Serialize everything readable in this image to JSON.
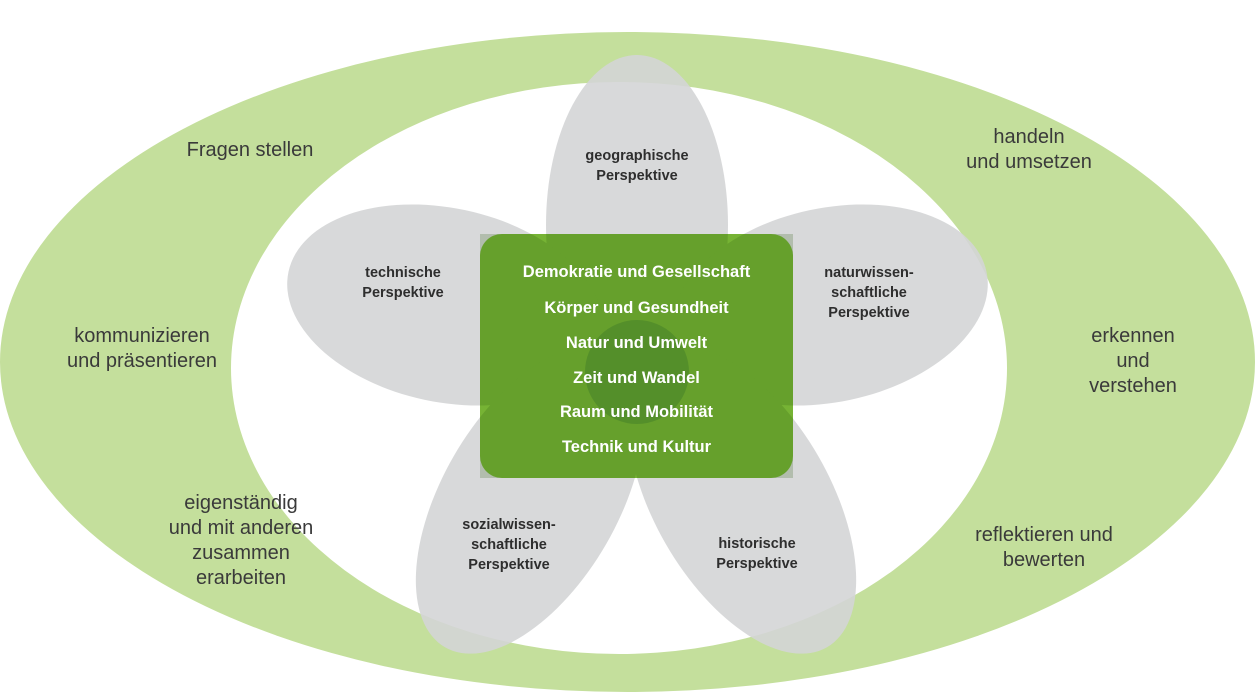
{
  "colors": {
    "outer_ring": "#c4df9c",
    "petal": "#d4d5d6",
    "theme_box": "#76b334",
    "theme_core": "#4f8a2a",
    "skill_text": "#3a3a3a",
    "perspective_text": "#2e2e2e",
    "theme_text": "#ffffff"
  },
  "skills": [
    "Fragen stellen",
    "kommunizieren\nund präsentieren",
    "eigenständig\nund mit anderen\nzusammen\nerarbeiten",
    "handeln\nund umsetzen",
    "erkennen und\nverstehen",
    "reflektieren und\nbewerten"
  ],
  "perspectives": [
    "geographische\nPerspektive",
    "technische\nPerspektive",
    "naturwissen-\nschaftliche\nPerspektive",
    "sozialwissen-\nschaftliche\nPerspektive",
    "historische\nPerspektive"
  ],
  "themes": [
    "Demokratie und Gesellschaft",
    "Körper und Gesundheit",
    "Natur und Umwelt",
    "Zeit und Wandel",
    "Raum und Mobilität",
    "Technik und Kultur"
  ]
}
